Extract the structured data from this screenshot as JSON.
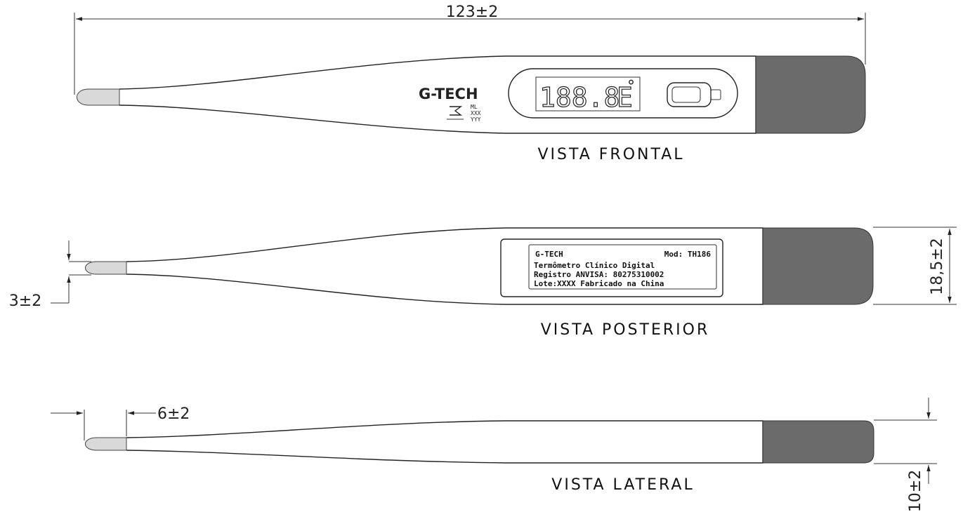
{
  "dimensions": {
    "length": "123±2",
    "width": "18,5±2",
    "tip_diameter": "3±2",
    "tip_length": "6±2",
    "thickness": "10±2"
  },
  "views": {
    "front": "VISTA FRONTAL",
    "rear": "VISTA POSTERIOR",
    "side": "VISTA LATERAL"
  },
  "front": {
    "brand": "G-TECH",
    "mark_lines": [
      "ML",
      "XXX",
      "YYY"
    ],
    "display_digits": "188.8",
    "display_unit": "E",
    "degree_symbol": "°"
  },
  "rear_label": {
    "brand": "G-TECH",
    "model": "Mod: TH186",
    "line1": "Termômetro Clínico Digital",
    "line2": "Registro ANVISA: 80275310002",
    "line3": "Lote:XXXX   Fabricado na China"
  }
}
